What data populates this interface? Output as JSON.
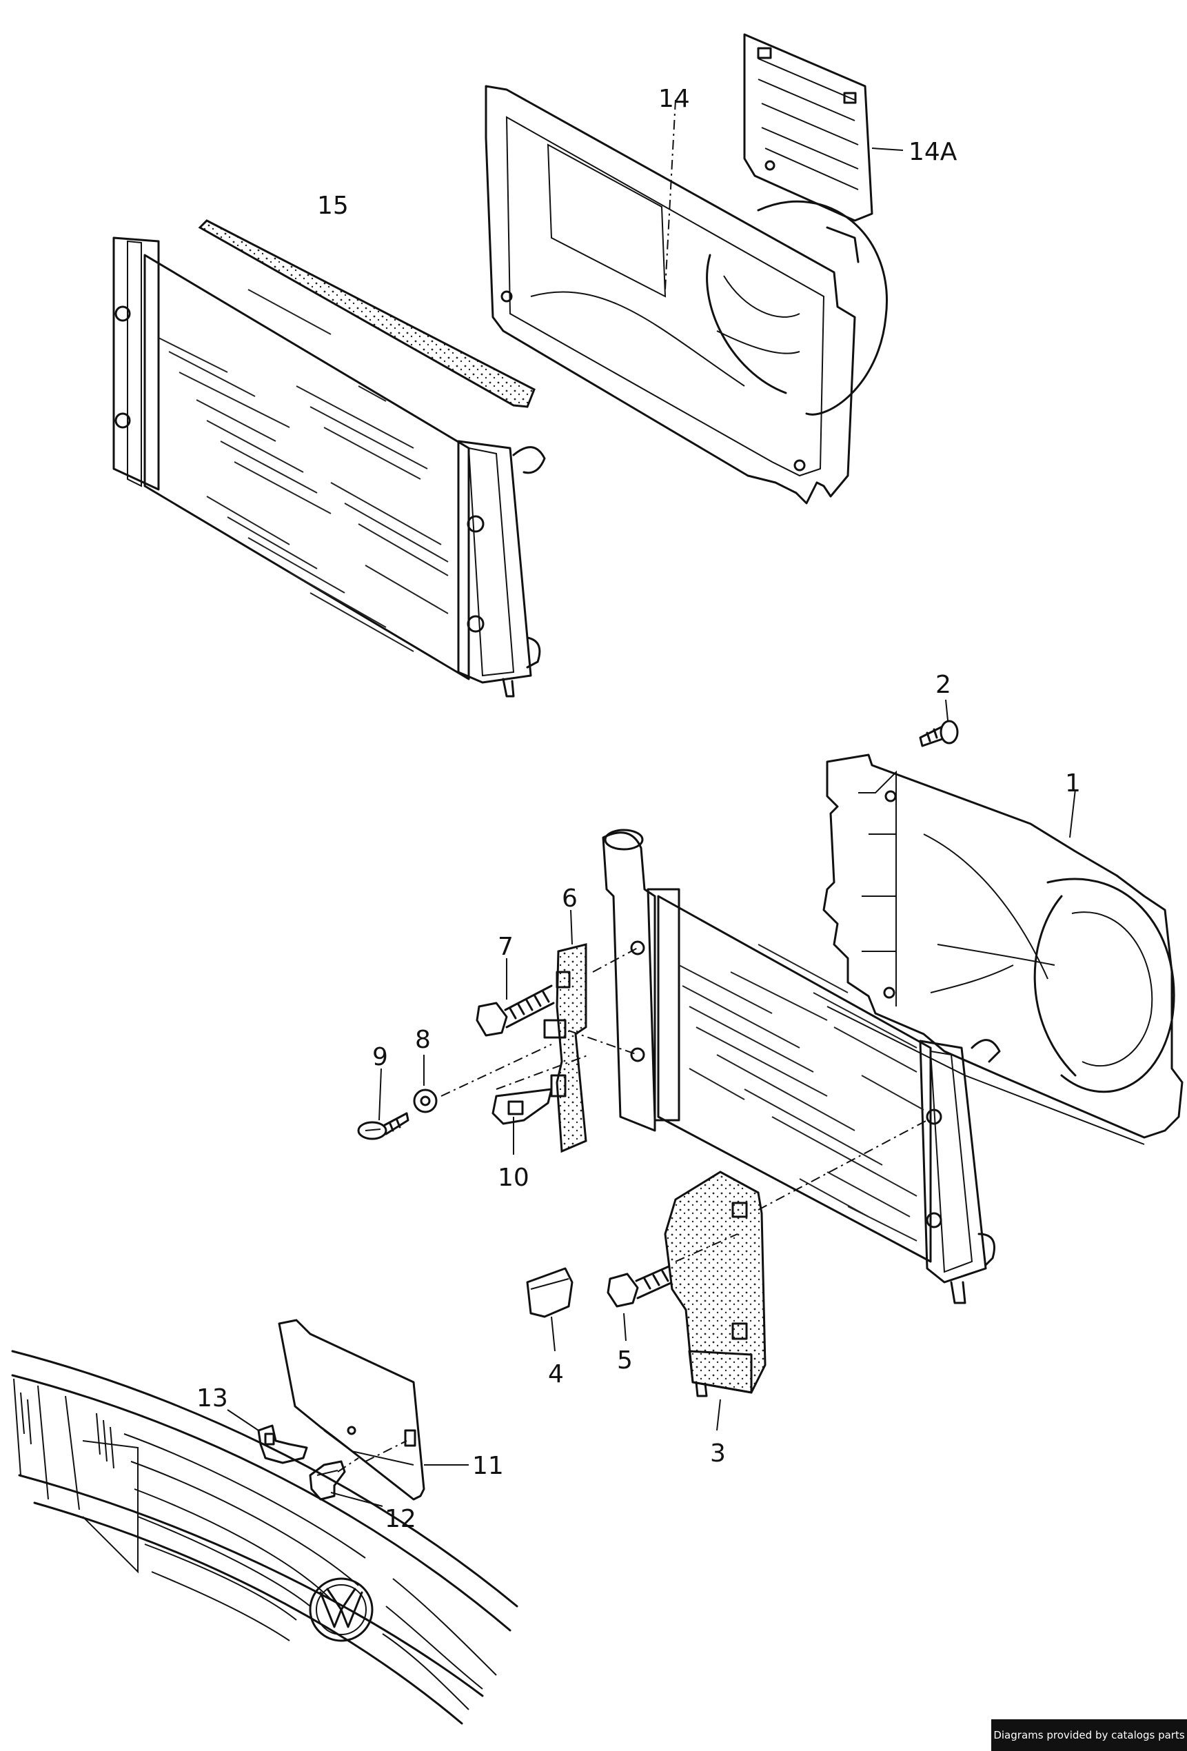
{
  "callouts": {
    "c1": "1",
    "c2": "2",
    "c3": "3",
    "c4": "4",
    "c5": "5",
    "c6": "6",
    "c7": "7",
    "c8": "8",
    "c9": "9",
    "c10": "10",
    "c11": "11",
    "c12": "12",
    "c13": "13",
    "c14": "14",
    "c14a": "14A",
    "c15": "15"
  },
  "footer": {
    "credit": "Diagrams provided by catalogs parts"
  }
}
